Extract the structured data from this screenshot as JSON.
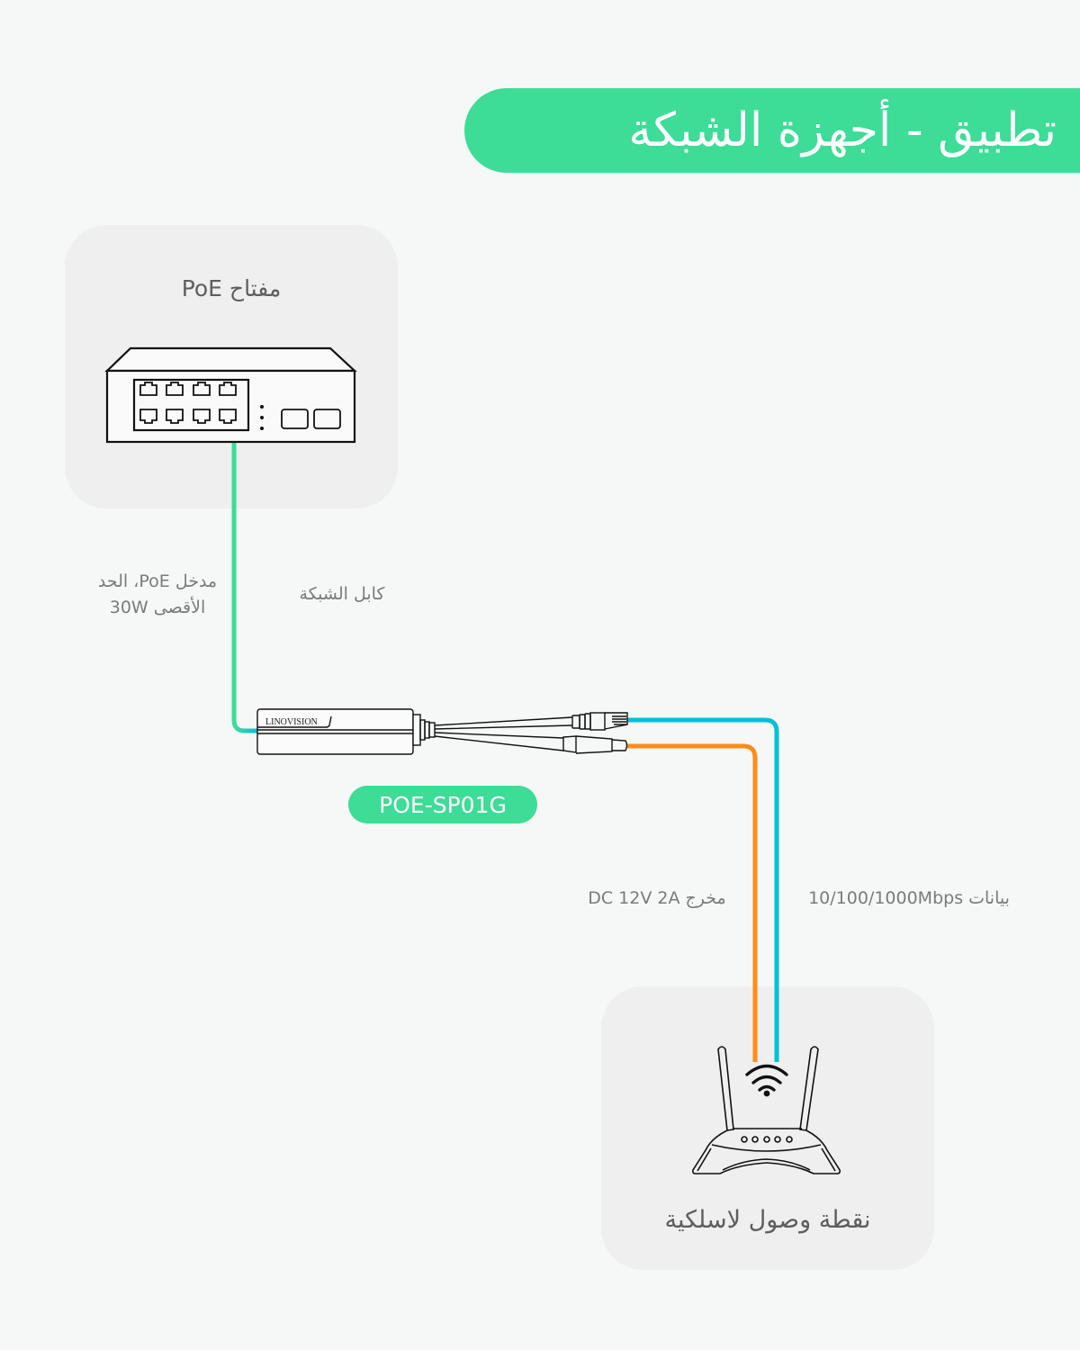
{
  "title": "تطبيق - أجهزة الشبكة",
  "devices": {
    "switch": {
      "label": "مفتاح PoE",
      "icon": "poe-switch-icon"
    },
    "splitter": {
      "brand": "LINOVISION",
      "model": "POE-SP01G",
      "icon": "poe-splitter-icon"
    },
    "access_point": {
      "label": "نقطة وصول لاسلكية",
      "icon": "wireless-router-icon"
    }
  },
  "notes": {
    "poe_input": "مدخل PoE، الحد الأقصى 30W",
    "network_cable": "كابل الشبكة",
    "dc_output": "مخرج DC 12V 2A",
    "data": "بيانات 10/100/1000Mbps"
  },
  "colors": {
    "accent_green": "#3ddc97",
    "ethernet_cable": "#00c0d8",
    "power_cable": "#ff8c1a",
    "card_bg": "#efefef",
    "page_bg": "#f6f8f7"
  }
}
